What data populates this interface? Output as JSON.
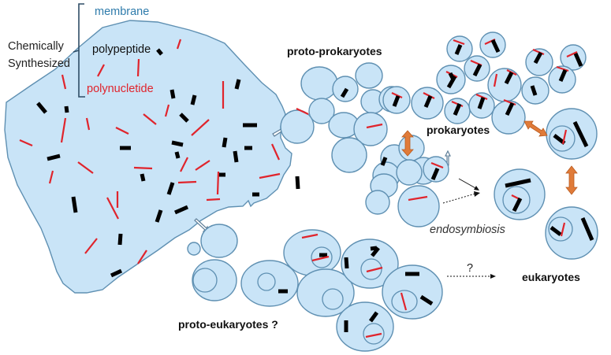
{
  "diagram": {
    "legend": {
      "group_label_line1": "Chemically",
      "group_label_line2": "Synthesized",
      "items": [
        {
          "label": "membrane",
          "color": "#2e7bab"
        },
        {
          "label": "polypeptide",
          "color": "#111111"
        },
        {
          "label": "polynucletide",
          "color": "#e0242c"
        }
      ]
    },
    "labels": {
      "proto_prokaryotes": "proto-prokaryotes",
      "prokaryotes": "prokaryotes",
      "endosymbiosis": "endosymbiosis",
      "eukaryotes": "eukaryotes",
      "proto_eukaryotes": "proto-eukaryotes ?",
      "question_mark": "?"
    },
    "colors": {
      "cell_fill": "#c9e4f7",
      "cell_stroke": "#5f90b2",
      "polypeptide": "#000000",
      "polynucleotide": "#e0242c",
      "exchange_arrow": "#e07b39"
    },
    "arrows": [
      {
        "type": "double-headed-orange",
        "from": "prokaryote cluster",
        "to": "prokaryote cluster (lower)"
      },
      {
        "type": "double-headed-orange",
        "from": "prokaryote cluster",
        "to": "eukaryote cell (upper right)"
      },
      {
        "type": "double-headed-orange",
        "from": "eukaryote cell (upper right)",
        "to": "eukaryote cell (lower right)"
      },
      {
        "type": "hollow-arrow",
        "from": "primordial blob",
        "to": "proto-prokaryotes"
      },
      {
        "type": "hollow-arrow",
        "from": "primordial blob",
        "to": "proto-eukaryotes"
      },
      {
        "type": "dashed-arrow",
        "label": "?",
        "from": "proto-eukaryotes",
        "to": "eukaryotes"
      },
      {
        "type": "converging-arrows",
        "label": "endosymbiosis",
        "to": "eukaryote cell"
      }
    ]
  }
}
